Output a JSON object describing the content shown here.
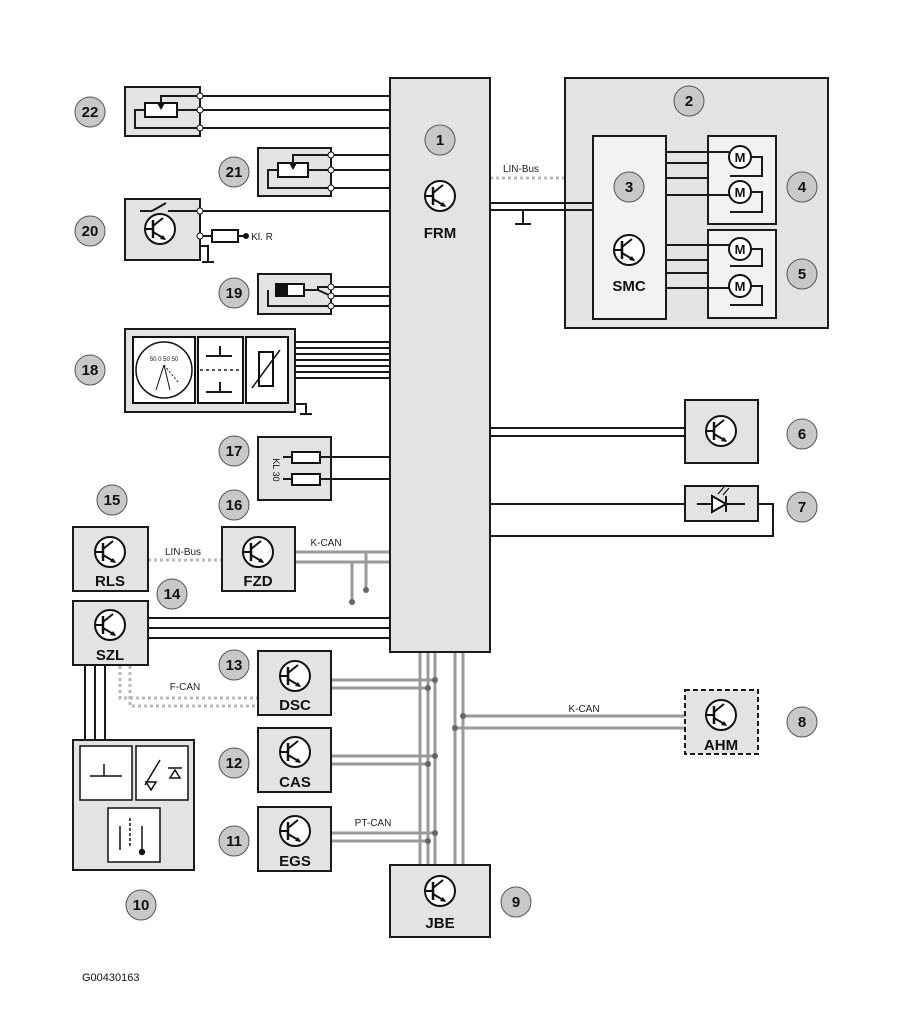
{
  "modules": {
    "frm": "FRM",
    "smc": "SMC",
    "rls": "RLS",
    "fzd": "FZD",
    "szl": "SZL",
    "dsc": "DSC",
    "cas": "CAS",
    "egs": "EGS",
    "jbe": "JBE",
    "ahm": "AHM"
  },
  "buses": {
    "lin_top": "LIN-Bus",
    "lin_left": "LIN-Bus",
    "kcan_top": "K-CAN",
    "kcan_right": "K-CAN",
    "fcan": "F-CAN",
    "ptcan": "PT-CAN"
  },
  "terminals": {
    "kl_r": "Kl. R",
    "kl_30": "KL 30"
  },
  "gauge_scale": "50 0 50 50",
  "callouts": [
    "1",
    "2",
    "3",
    "4",
    "5",
    "6",
    "7",
    "8",
    "9",
    "10",
    "11",
    "12",
    "13",
    "14",
    "15",
    "16",
    "17",
    "18",
    "19",
    "20",
    "21",
    "22"
  ],
  "figure_id": "G00430163"
}
